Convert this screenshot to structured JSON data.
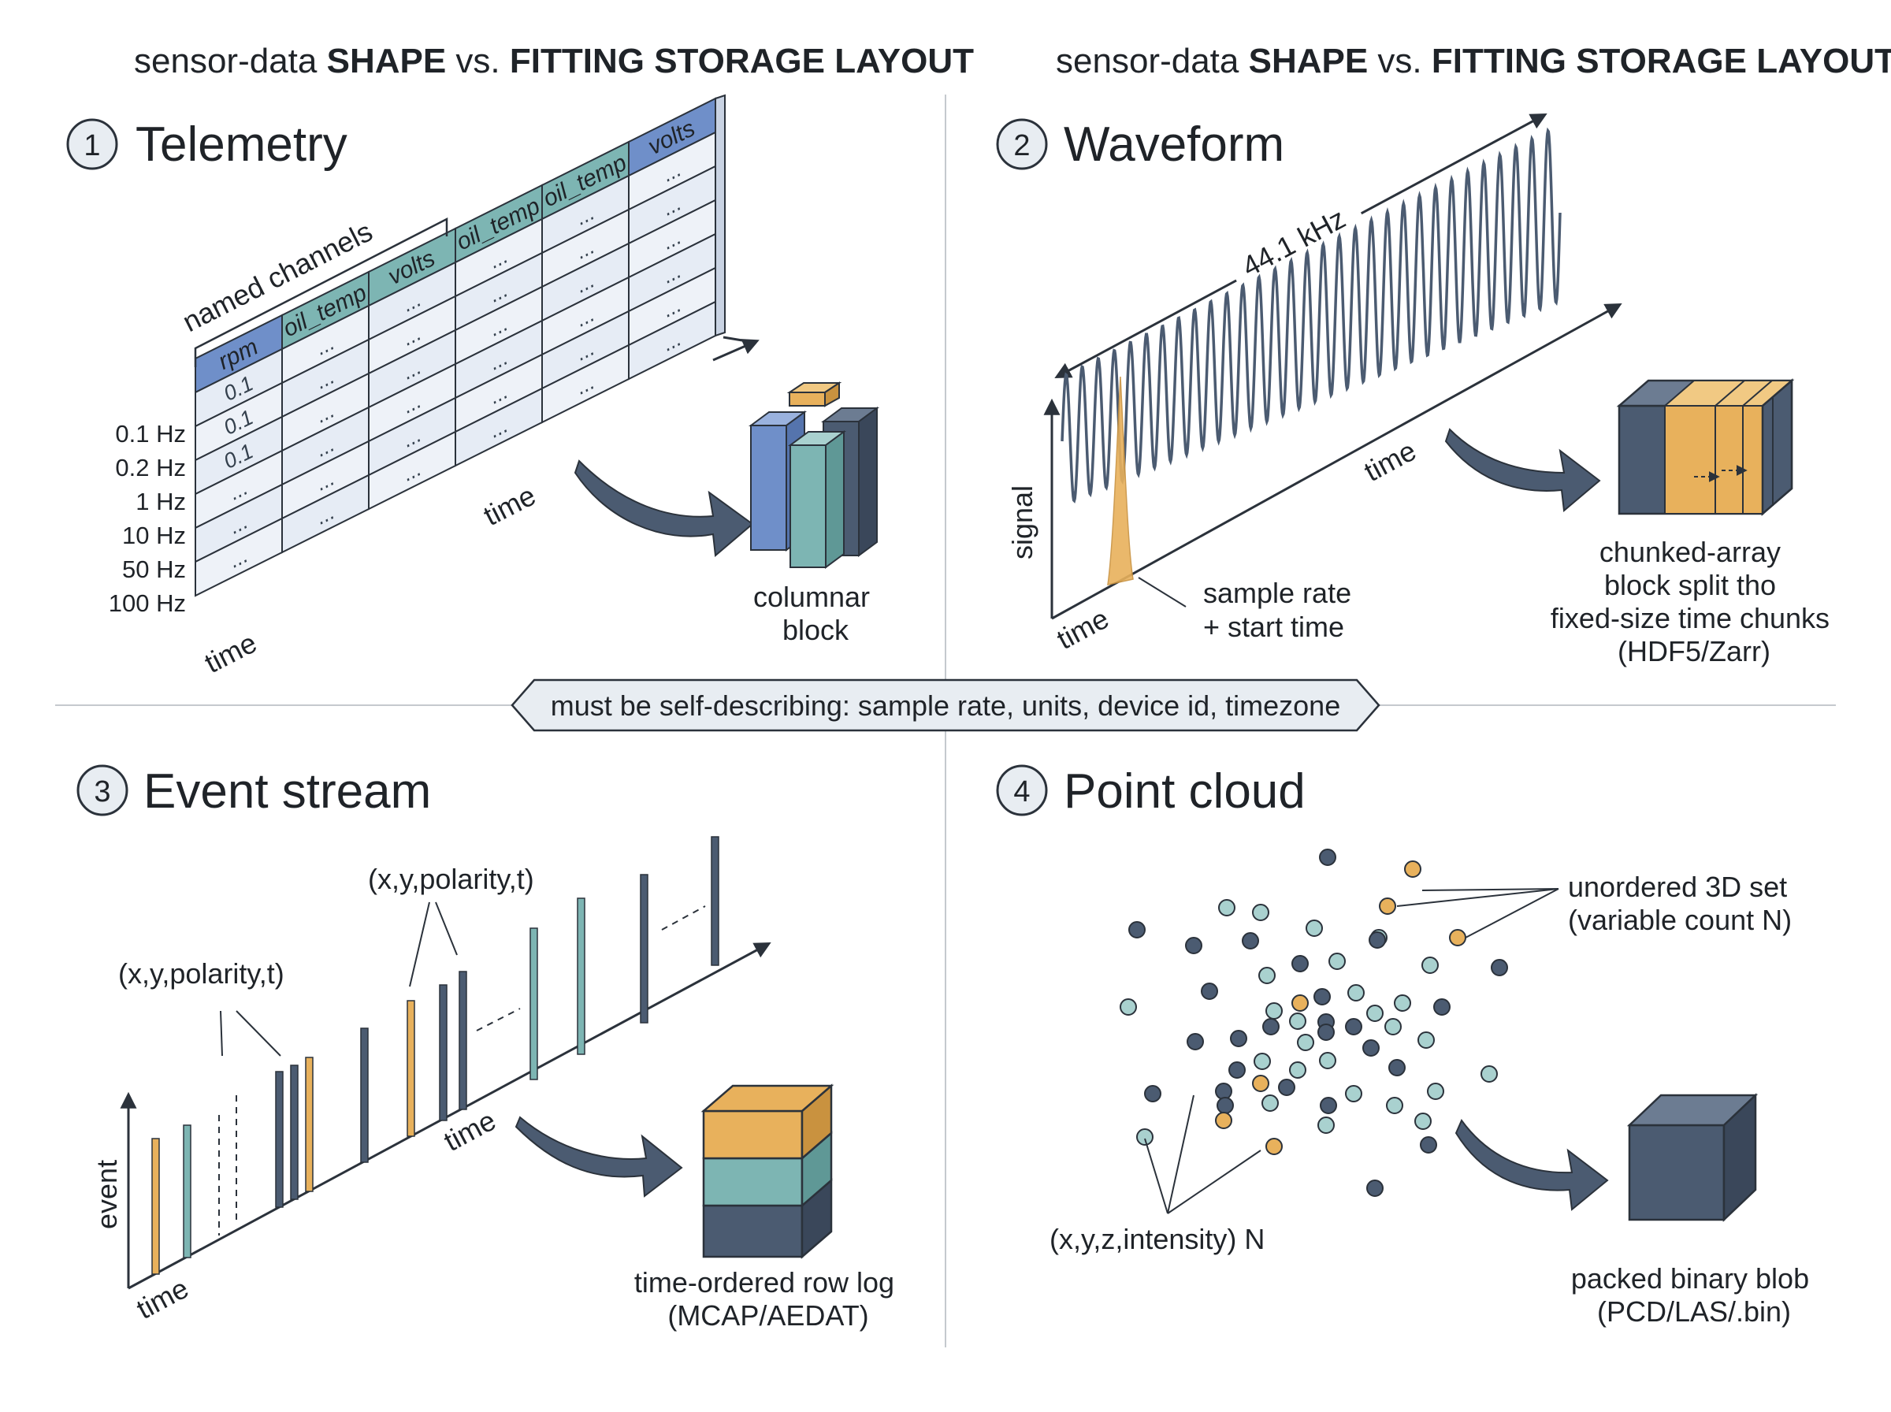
{
  "panel_left_heading": {
    "prefix": "sensor-data",
    "shape": "SHAPE",
    "vs": "vs.",
    "layout": "FITTING STORAGE LAYOUT"
  },
  "panel_right_heading": {
    "prefix": "sensor-data",
    "shape": "SHAPE",
    "vs": "vs.",
    "layout": "FITTING STORAGE LAYOUT"
  },
  "banner": "must be self-describing: sample rate, units, device id, timezone",
  "colors": {
    "blue": "#6f8fc9",
    "teal": "#7db5b3",
    "orange": "#e8b15c",
    "slate": "#4b5b71",
    "line": "#2b323b"
  },
  "panels": {
    "telemetry": {
      "number": "1",
      "title": "Telemetry",
      "named_channels_label": "named channels",
      "columns": [
        "rpm",
        "oil_temp",
        "volts",
        "oil_temp",
        "oil_temp",
        "volts"
      ],
      "first_column_values": [
        "0.1",
        "0.1",
        "0.1"
      ],
      "ellipsis": "...",
      "rates": [
        "0.1 Hz",
        "0.2 Hz",
        "1 Hz",
        "10 Hz",
        "50 Hz",
        "100 Hz"
      ],
      "time_label_axis": "time",
      "time_label_bottom": "time",
      "result_label": [
        "columnar",
        "block"
      ]
    },
    "waveform": {
      "number": "2",
      "title": "Waveform",
      "rate_label": "44.1 kHz",
      "y_label": "signal",
      "time_label_axis": "time",
      "time_label_bottom": "time",
      "note": [
        "sample rate",
        "+ start time"
      ],
      "result_label": [
        "chunked-array",
        "block split tho",
        "fixed-size time chunks",
        "(HDF5/Zarr)"
      ]
    },
    "event_stream": {
      "number": "3",
      "title": "Event stream",
      "tuple_label_left": "(x,y,polarity,t)",
      "tuple_label_right": "(x,y,polarity,t)",
      "y_label": "event",
      "time_label_axis": "time",
      "time_label_bottom": "time",
      "result_label": [
        "time-ordered row log",
        "(MCAP/AEDAT)"
      ]
    },
    "point_cloud": {
      "number": "4",
      "title": "Point cloud",
      "set_label": [
        "unordered 3D set",
        "(variable count N)"
      ],
      "point_label": "(x,y,z,intensity) N",
      "result_label": [
        "packed binary blob",
        "(PCD/LAS/.bin)"
      ]
    }
  }
}
